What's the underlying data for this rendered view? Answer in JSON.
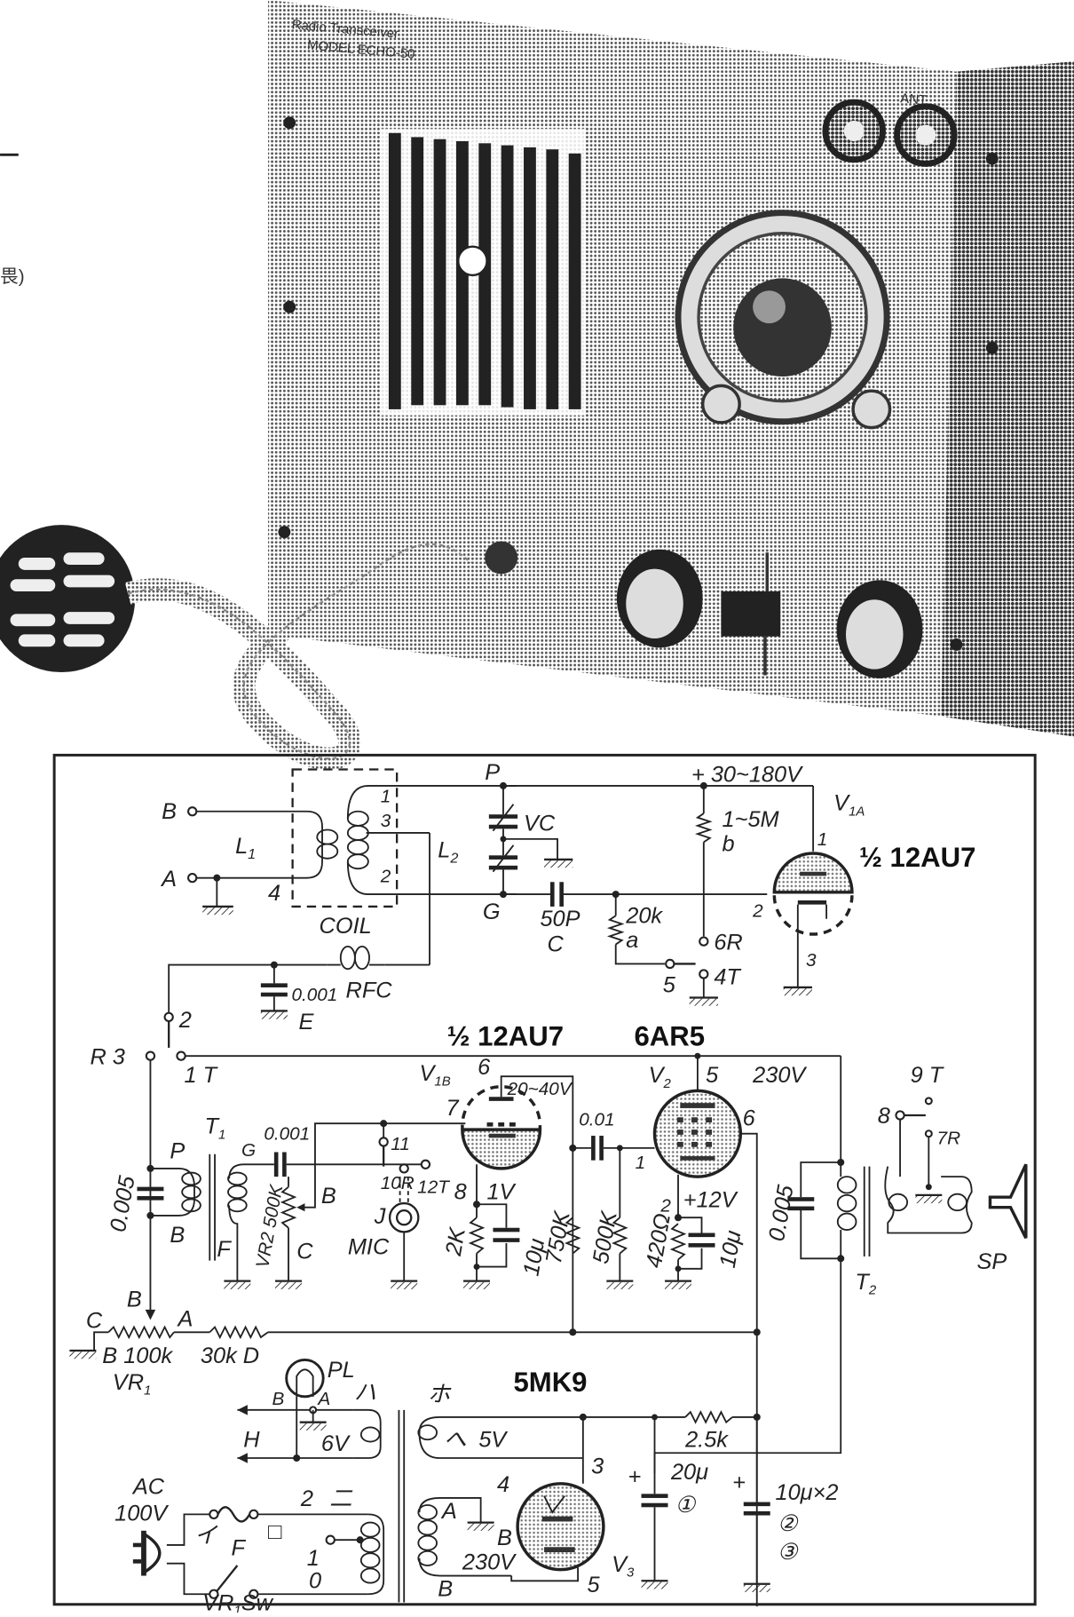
{
  "margin_text": {
    "fragment": "畏)"
  },
  "photo": {
    "panel_line1": "Radio Transceiver",
    "panel_line2": "MODEL ECHO-50",
    "antenna_label": "ANT"
  },
  "schematic": {
    "terminals": {
      "B": "B",
      "A": "A"
    },
    "coil": {
      "label": "COIL",
      "L1": "L",
      "L1_sub": "1",
      "L2": "L",
      "L2_sub": "2",
      "pin1": "1",
      "pin2": "2",
      "pin3": "3",
      "pin4": "4"
    },
    "tuning": {
      "P": "P",
      "G": "G",
      "VC": "VC",
      "cap_value": "50P",
      "cap_name": "C"
    },
    "grid_leak": {
      "value": "20k",
      "name": "a"
    },
    "plate_res": {
      "value": "1~5M",
      "name": "b"
    },
    "supply_top": "+ 30~180V",
    "switch_top": {
      "s5": "5",
      "s6R": "6R",
      "s4T": "4T"
    },
    "v1a": {
      "name": "V",
      "sub": "1A",
      "tube": "½ 12AU7",
      "pin1": "1",
      "pin2": "2",
      "pin3": "3"
    },
    "rfc": {
      "label": "RFC",
      "cap_value": "0.001",
      "cap_name": "E"
    },
    "switch_mid": {
      "s2": "2",
      "R3": "R 3",
      "s1T": "1 T"
    },
    "v1b": {
      "name": "V",
      "sub": "1B",
      "tube": "½ 12AU7",
      "pin6": "6",
      "pin7": "7",
      "pin8": "8",
      "plate_v": "20~40V",
      "cath_v": "1V"
    },
    "v2": {
      "name": "V",
      "sub": "2",
      "tube": "6AR5",
      "pin1": "1",
      "pin2": "2",
      "pin5": "5",
      "pin6": "6",
      "screen_v": "230V",
      "cath_v": "+12V"
    },
    "t1": {
      "name": "T",
      "sub": "1",
      "P": "P",
      "B": "B",
      "G": "G",
      "F": "F",
      "cap": "0.005",
      "cap_g": "0.001"
    },
    "vr2": {
      "label": "VR2 500K",
      "B": "B",
      "C": "C"
    },
    "mic": {
      "J": "J",
      "label": "MIC",
      "s11": "11",
      "s10R": "10R",
      "s12T": "12T"
    },
    "v1b_cathode": {
      "res": "2K",
      "cap": "10μ"
    },
    "coupling": {
      "cap": "0.01",
      "r1": "750K",
      "r2": "500K"
    },
    "v2_cathode": {
      "res": "420Ω",
      "cap": "10μ"
    },
    "output": {
      "cap": "0.005",
      "T2": "T",
      "T2_sub": "2",
      "s8": "8",
      "s9T": "9 T",
      "s7R": "7R",
      "SP": "SP"
    },
    "vr1": {
      "B_top": "B",
      "C": "C",
      "A": "A",
      "label_line1": "B 100k",
      "name": "VR",
      "name_sub": "1",
      "r30k": "30k D"
    },
    "pl": {
      "label": "PL",
      "B": "B",
      "A": "A",
      "H": "H",
      "v6": "6V",
      "ha": "ハ"
    },
    "power": {
      "ac1": "AC",
      "ac2": "100V",
      "i": "イ",
      "F": "F",
      "ro": "□",
      "ni": "二",
      "tap2": "2",
      "tap1": "1",
      "tap0": "0",
      "sw": "VR",
      "sw_sub": "1",
      "sw_tail": "Sw"
    },
    "rect": {
      "tube": "5MK9",
      "ho": "ホ",
      "he": "へ",
      "v5": "5V",
      "A": "A",
      "B": "B",
      "B2": "B",
      "v230": "230V",
      "pin3": "3",
      "pin4": "4",
      "pin5": "5",
      "name": "V",
      "sub": "3"
    },
    "filter": {
      "res": "2.5k",
      "c1_plus": "+",
      "c1": "20μ",
      "c1_n": "①",
      "c2_plus": "+",
      "c2": "10μ×2",
      "c2_n": "②",
      "c3_n": "③"
    }
  }
}
